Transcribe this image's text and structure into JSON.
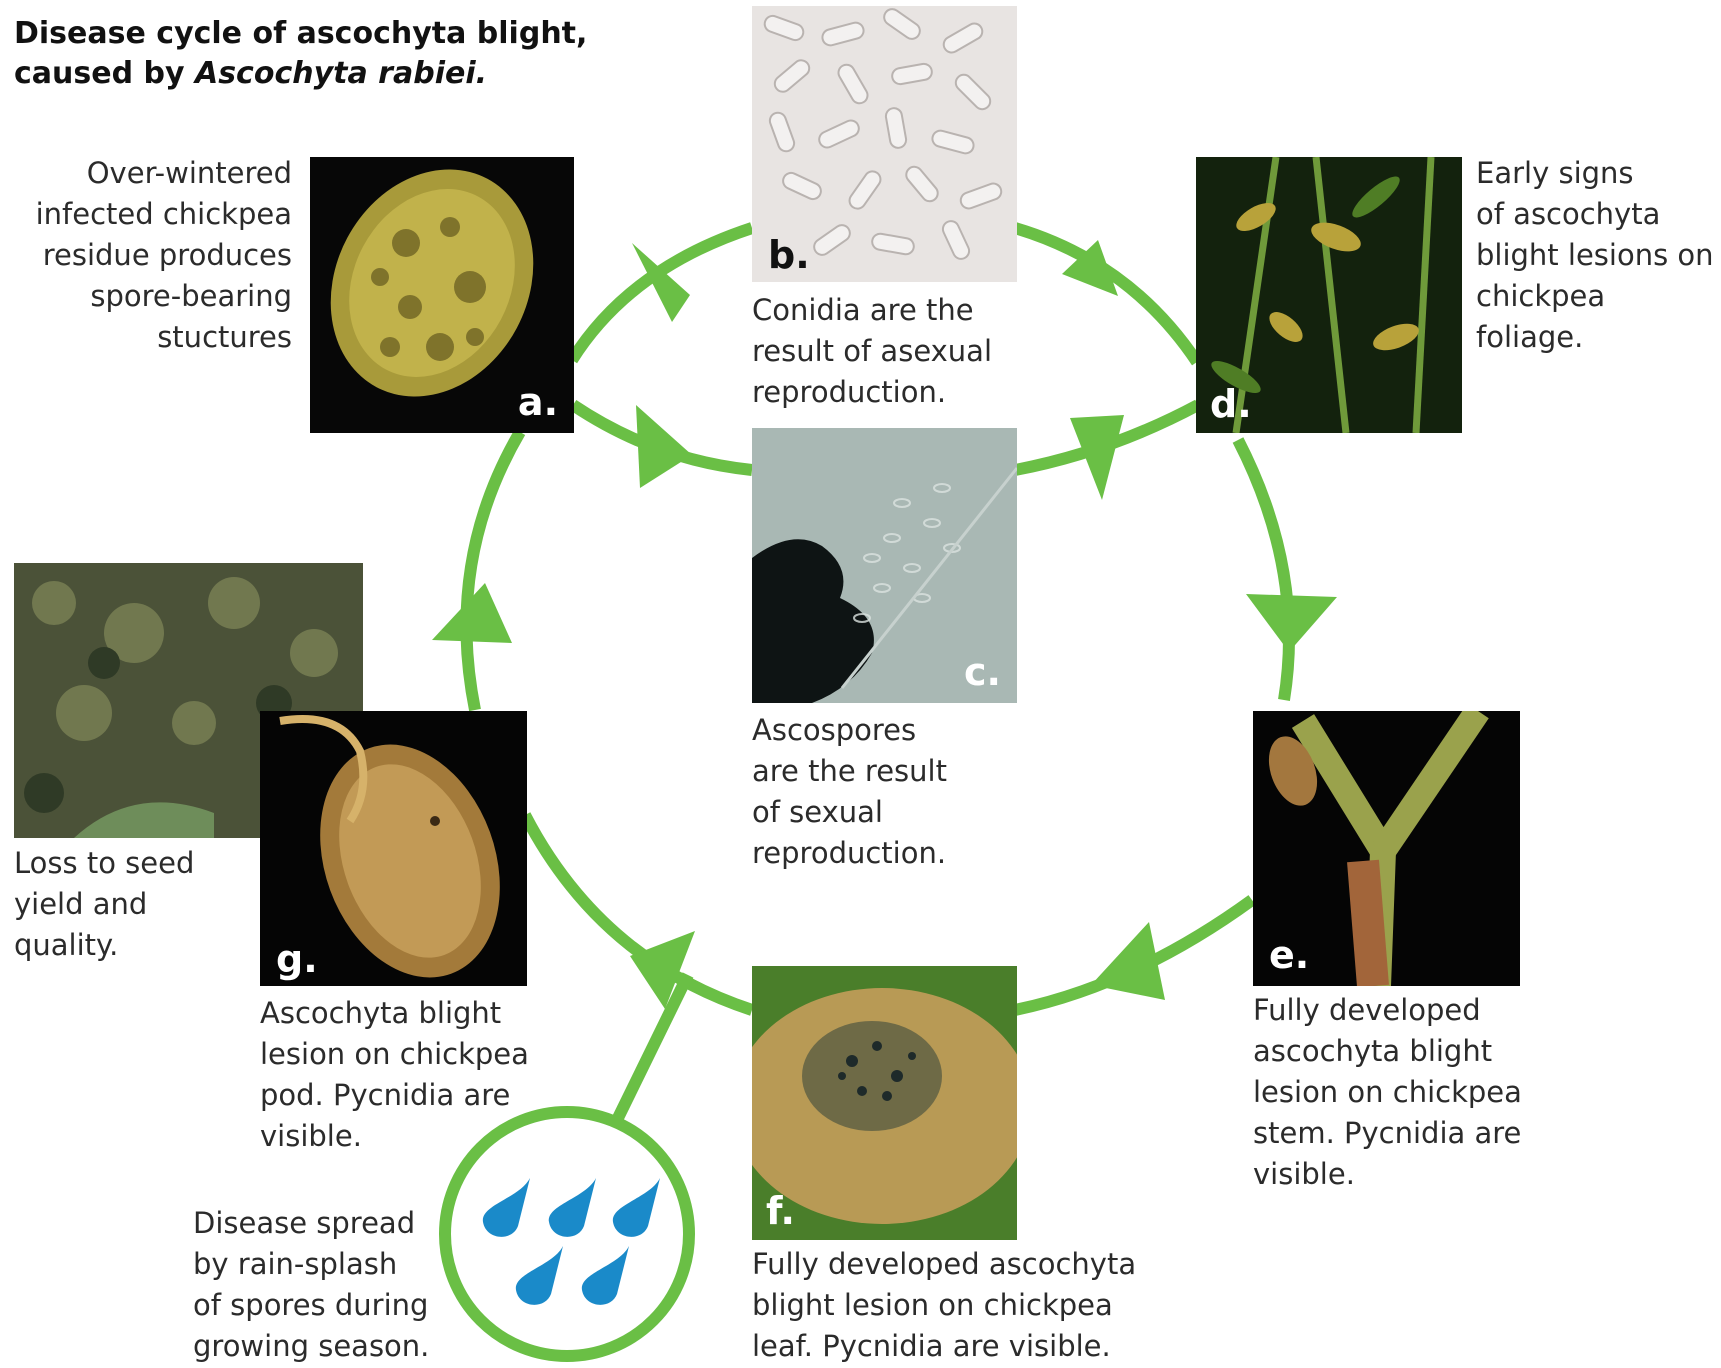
{
  "title": {
    "line1": "Disease cycle of ascochyta blight,",
    "line2_prefix": "caused by ",
    "line2_species": "Ascochyta rabiei."
  },
  "stages": {
    "a": {
      "label": "a.",
      "caption_lines": [
        "Over-wintered",
        "infected chickpea",
        "residue produces",
        "spore-bearing",
        "stuctures"
      ]
    },
    "b": {
      "label": "b.",
      "caption_lines": [
        "Conidia are the",
        "result of asexual",
        "reproduction."
      ]
    },
    "c": {
      "label": "c.",
      "caption_lines": [
        "Ascospores",
        "are the result",
        "of sexual",
        "reproduction."
      ]
    },
    "d": {
      "label": "d.",
      "caption_lines": [
        "Early signs",
        "of ascochyta",
        "blight lesions on",
        "chickpea foliage."
      ]
    },
    "e": {
      "label": "e.",
      "caption_lines": [
        "Fully developed",
        "ascochyta blight",
        "lesion on chickpea",
        "stem. Pycnidia are",
        "visible."
      ]
    },
    "f": {
      "label": "f.",
      "caption_lines": [
        "Fully developed ascochyta",
        "blight lesion on chickpea",
        "leaf. Pycnidia are visible."
      ]
    },
    "g": {
      "label": "g.",
      "caption_lines": [
        "Ascochyta blight",
        "lesion on chickpea",
        "pod. Pycnidia are",
        "visible."
      ]
    },
    "loss": {
      "caption_lines": [
        "Loss to seed",
        "yield and",
        "quality."
      ]
    },
    "rain": {
      "caption_lines": [
        "Disease spread",
        "by rain-splash",
        "of spores during",
        "growing season."
      ]
    }
  },
  "colors": {
    "cycle_green": "#6abf45",
    "rain_blue": "#1a8ac9",
    "background": "#ffffff"
  },
  "icons": [
    "rain-drops-icon"
  ]
}
